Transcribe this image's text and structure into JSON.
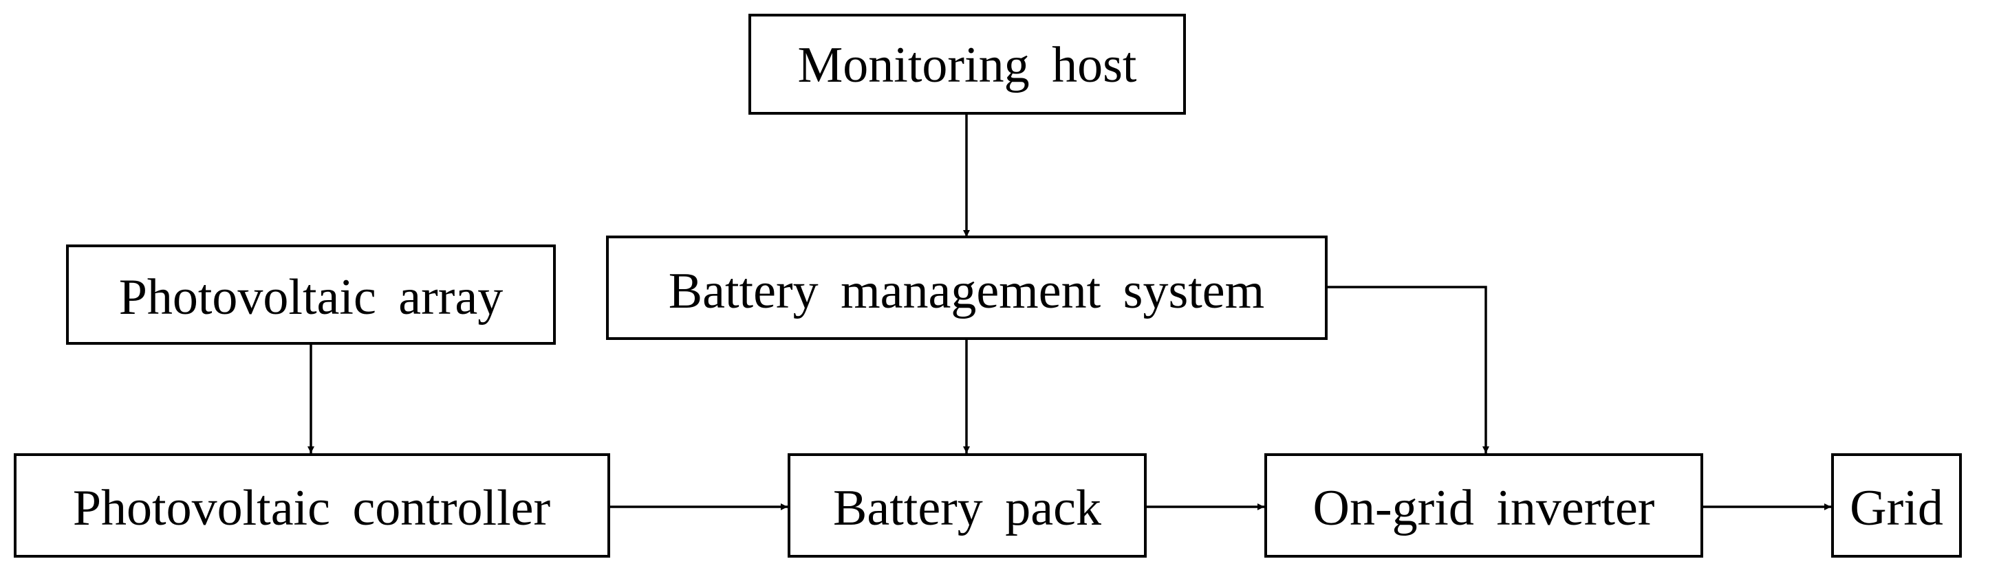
{
  "diagram": {
    "nodes": {
      "monitoring_host": "Monitoring host",
      "battery_management_system": "Battery management system",
      "photovoltaic_array": "Photovoltaic array",
      "photovoltaic_controller": "Photovoltaic controller",
      "battery_pack": "Battery pack",
      "on_grid_inverter": "On-grid inverter",
      "grid": "Grid"
    },
    "edges": [
      {
        "from": "Monitoring host",
        "to": "Battery management system"
      },
      {
        "from": "Photovoltaic array",
        "to": "Photovoltaic controller"
      },
      {
        "from": "Battery management system",
        "to": "Battery pack"
      },
      {
        "from": "Battery management system",
        "to": "On-grid inverter"
      },
      {
        "from": "Photovoltaic controller",
        "to": "Battery pack"
      },
      {
        "from": "Battery pack",
        "to": "On-grid inverter"
      },
      {
        "from": "On-grid inverter",
        "to": "Grid"
      }
    ],
    "colors": {
      "stroke": "#000000",
      "background": "#ffffff"
    }
  }
}
